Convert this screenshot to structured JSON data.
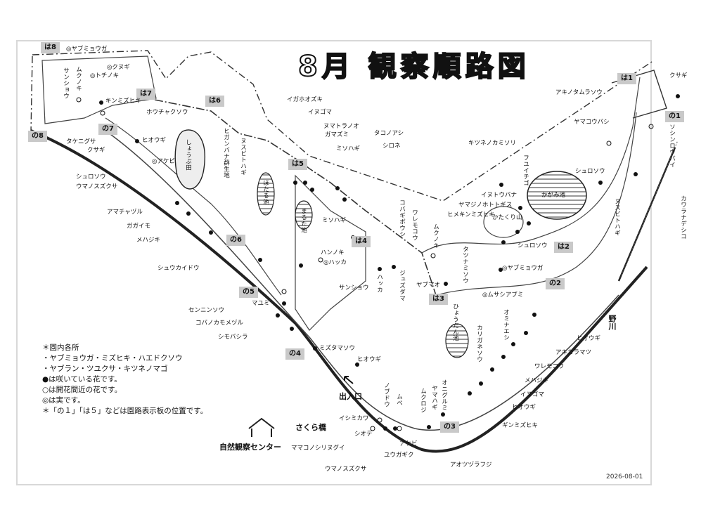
{
  "title": "8月 観察順路図",
  "date": "2026-08-01",
  "facility": "自然観察センター",
  "entrance": "出入口",
  "bridge": "さくら橋",
  "river": "野川",
  "ponds": {
    "kagami": "かがみ池",
    "hyoutan": "ひょうたん池",
    "shoubuda": "しょうぶ田",
    "hotaru": "ほたる池",
    "marutake": "まるた池",
    "katakuri": "かたくり山"
  },
  "boards": [
    "は8",
    "は7",
    "は6",
    "は5",
    "は4",
    "は3",
    "は2",
    "は1",
    "の1",
    "の2",
    "の3",
    "の4",
    "の5",
    "の6",
    "の7",
    "の8"
  ],
  "legend": {
    "heading": "＊園内各所",
    "line1": "・ヤブミョウガ・ミズヒキ・ハエドクソウ",
    "line2": "・ヤブラン・ツユクサ・キツネノマゴ",
    "bloom": "●は咲いている花です。",
    "soon": "○は開花間近の花です。",
    "fruit": "◎は実です。",
    "note": "＊「の１」「は５」などは園路表示板の位置です。"
  },
  "species": {
    "s1": "◎ヤブミョウガ",
    "s2": "◎クヌギ",
    "s3": "◎トチノキ",
    "s4": "ムクノキ",
    "s5": "サンショウ",
    "s6": "キンミズヒキ",
    "s7": "ホウチャクソウ",
    "s8": "タケニグサ",
    "s9": "クサギ",
    "s10": "ヒオウギ",
    "s11": "◎アケビ",
    "s12": "シュロソウ",
    "s13": "ウマノスズクサ",
    "s14": "アマチャヅル",
    "s15": "ガガイモ",
    "s16": "メハジキ",
    "s17": "シュウカイドウ",
    "s18": "マユミ",
    "s19": "センニンソウ",
    "s20": "コバノカモメヅル",
    "s21": "シモバシラ",
    "s22": "ミズタマソウ",
    "s23": "ヒオウギ",
    "s24": "ヒガンバナ群生地",
    "s25": "ヌスビトハギ",
    "s26": "イガホオズキ",
    "s27": "イヌゴマ",
    "s28": "ヌマトラノオ",
    "s29": "ガマズミ",
    "s30": "タコノアシ",
    "s31": "ミソハギ",
    "s32": "シロネ",
    "s33": "ミソハギ",
    "s34": "ハンノキ",
    "s35": "◎ハッカ",
    "s36": "サンショウ",
    "s37": "ハッカ",
    "s38": "ジュズダマ",
    "s39": "コバギボウシ",
    "s40": "ワレモコウ",
    "s41": "ムクノキ",
    "s42": "タツナミソウ",
    "s43": "ヤブマオ",
    "s44": "◎ムサシアブミ",
    "s45": "カリガネソウ",
    "s46": "キツネノカミソリ",
    "s47": "フユイチゴ",
    "s48": "イヌトウバナ",
    "s49": "ヤマジノホトトギス",
    "s50": "ヒメキンミズヒキ",
    "s51": "シュロソウ",
    "s52": "◎ヤブミョウガ",
    "s53": "アキノタムラソウ",
    "s54": "ヤマコウバシ",
    "s55": "シュロソウ",
    "s56": "ヌスビトハギ",
    "s57": "ソシンロウバイ",
    "s58": "カワラナデシコ",
    "s59": "クサギ",
    "s60": "オミナエシ",
    "s61": "ヒオウギ",
    "s62": "アキカラマツ",
    "s63": "ワレモコウ",
    "s64": "メハジキ",
    "s65": "イヌゴマ",
    "s66": "ヒオウギ",
    "s67": "ギンミズヒキ",
    "s68": "オニグルミ",
    "s69": "ヤマハギ",
    "s70": "ムクロジ",
    "s71": "ムベ",
    "s72": "ノブドウ",
    "s73": "イシミカワ",
    "s74": "シオデ",
    "s75": "アケビ",
    "s76": "ユウガギク",
    "s77": "ママコノシリヌグイ",
    "s78": "ウマノスズクサ",
    "s79": "アオツヅラフジ"
  }
}
